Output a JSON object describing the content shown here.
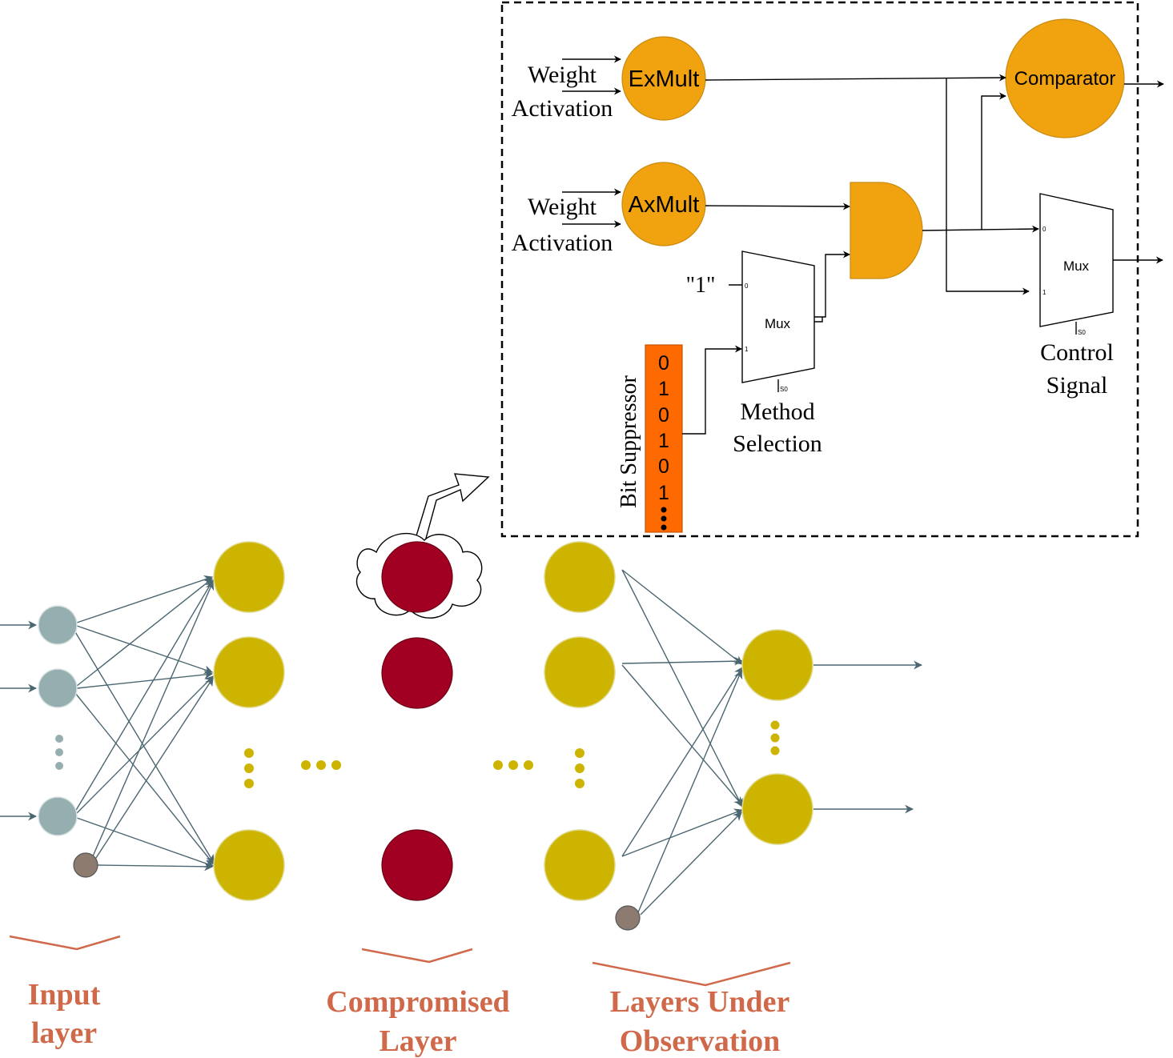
{
  "colors": {
    "input_node": "#95aeb0",
    "bias_node": "#8d7b70",
    "hidden_node": "#ccb400",
    "compromised_node": "#a10023",
    "multiplier": "#f0a30f",
    "bit_suppressor": "#ff6a00",
    "label": "#d0694a",
    "edge": "#4a6670"
  },
  "circuit": {
    "exmult": {
      "label": "ExMult",
      "inputs": [
        "Weight",
        "Activation"
      ]
    },
    "axmult": {
      "label": "AxMult",
      "inputs": [
        "Weight",
        "Activation"
      ]
    },
    "comparator": {
      "label": "Comparator"
    },
    "mux_method": {
      "label": "Mux",
      "in0": "0",
      "in1": "1",
      "select": "S0",
      "const_input": "\"1\"",
      "caption_line1": "Method",
      "caption_line2": "Selection"
    },
    "mux_control": {
      "label": "Mux",
      "in0": "0",
      "in1": "1",
      "select": "S0",
      "caption_line1": "Control",
      "caption_line2": "Signal"
    },
    "bit_suppressor": {
      "label": "Bit Suppressor",
      "bits": [
        "0",
        "1",
        "0",
        "1",
        "0",
        "1"
      ]
    },
    "and_gate": {
      "icon": "and-gate-icon"
    }
  },
  "network": {
    "layers": [
      {
        "name": "input",
        "nodes": 3,
        "ellipsis": "vertical",
        "bias": true
      },
      {
        "name": "hidden-1",
        "nodes": 3,
        "ellipsis": "vertical"
      },
      {
        "name": "compromised",
        "nodes": 3,
        "highlighted_node": 0
      },
      {
        "name": "hidden-n",
        "nodes": 3,
        "ellipsis": "vertical",
        "bias": true
      },
      {
        "name": "output",
        "nodes": 2,
        "ellipsis": "vertical"
      }
    ]
  },
  "labels": {
    "input_line1": "Input",
    "input_line2": "layer",
    "compromised_line1": "Compromised",
    "compromised_line2": "Layer",
    "observation_line1": "Layers Under",
    "observation_line2": "Observation"
  }
}
